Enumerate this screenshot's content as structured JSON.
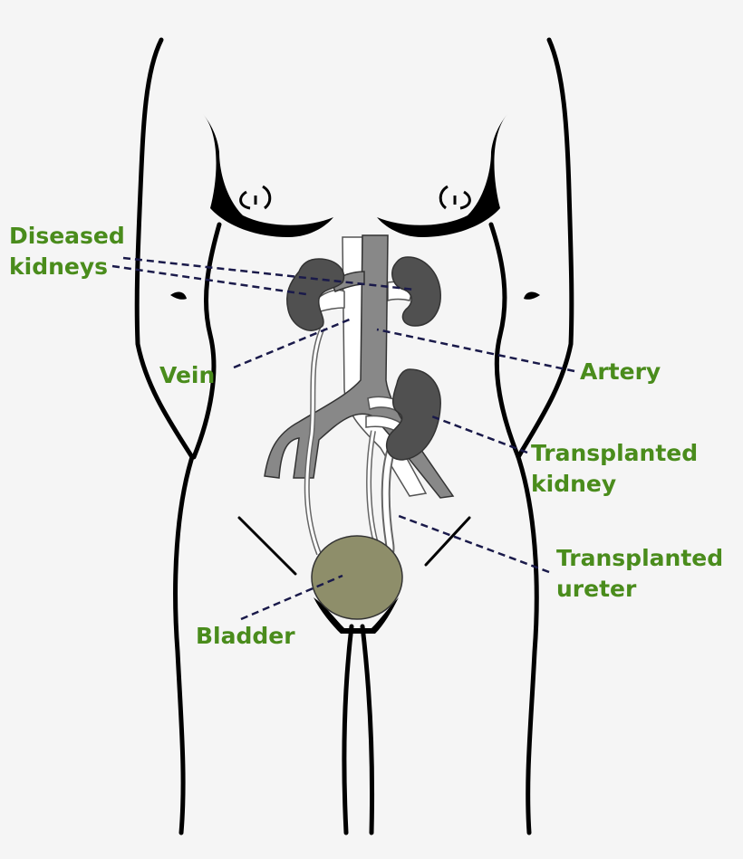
{
  "colors": {
    "background": "#f5f5f5",
    "outline": "#000000",
    "label_text": "#4a8c1c",
    "leader_line": "#1a1a4a",
    "kidney_fill": "#505050",
    "vessel_fill": "#888888",
    "bladder_fill": "#8e8e6a"
  },
  "labels": {
    "diseased_kidneys": [
      "Diseased",
      "kidneys"
    ],
    "vein": "Vein",
    "artery": "Artery",
    "transplanted_kidney": [
      "Transplanted",
      "kidney"
    ],
    "transplanted_ureter": [
      "Transplanted",
      "ureter"
    ],
    "bladder": "Bladder"
  }
}
